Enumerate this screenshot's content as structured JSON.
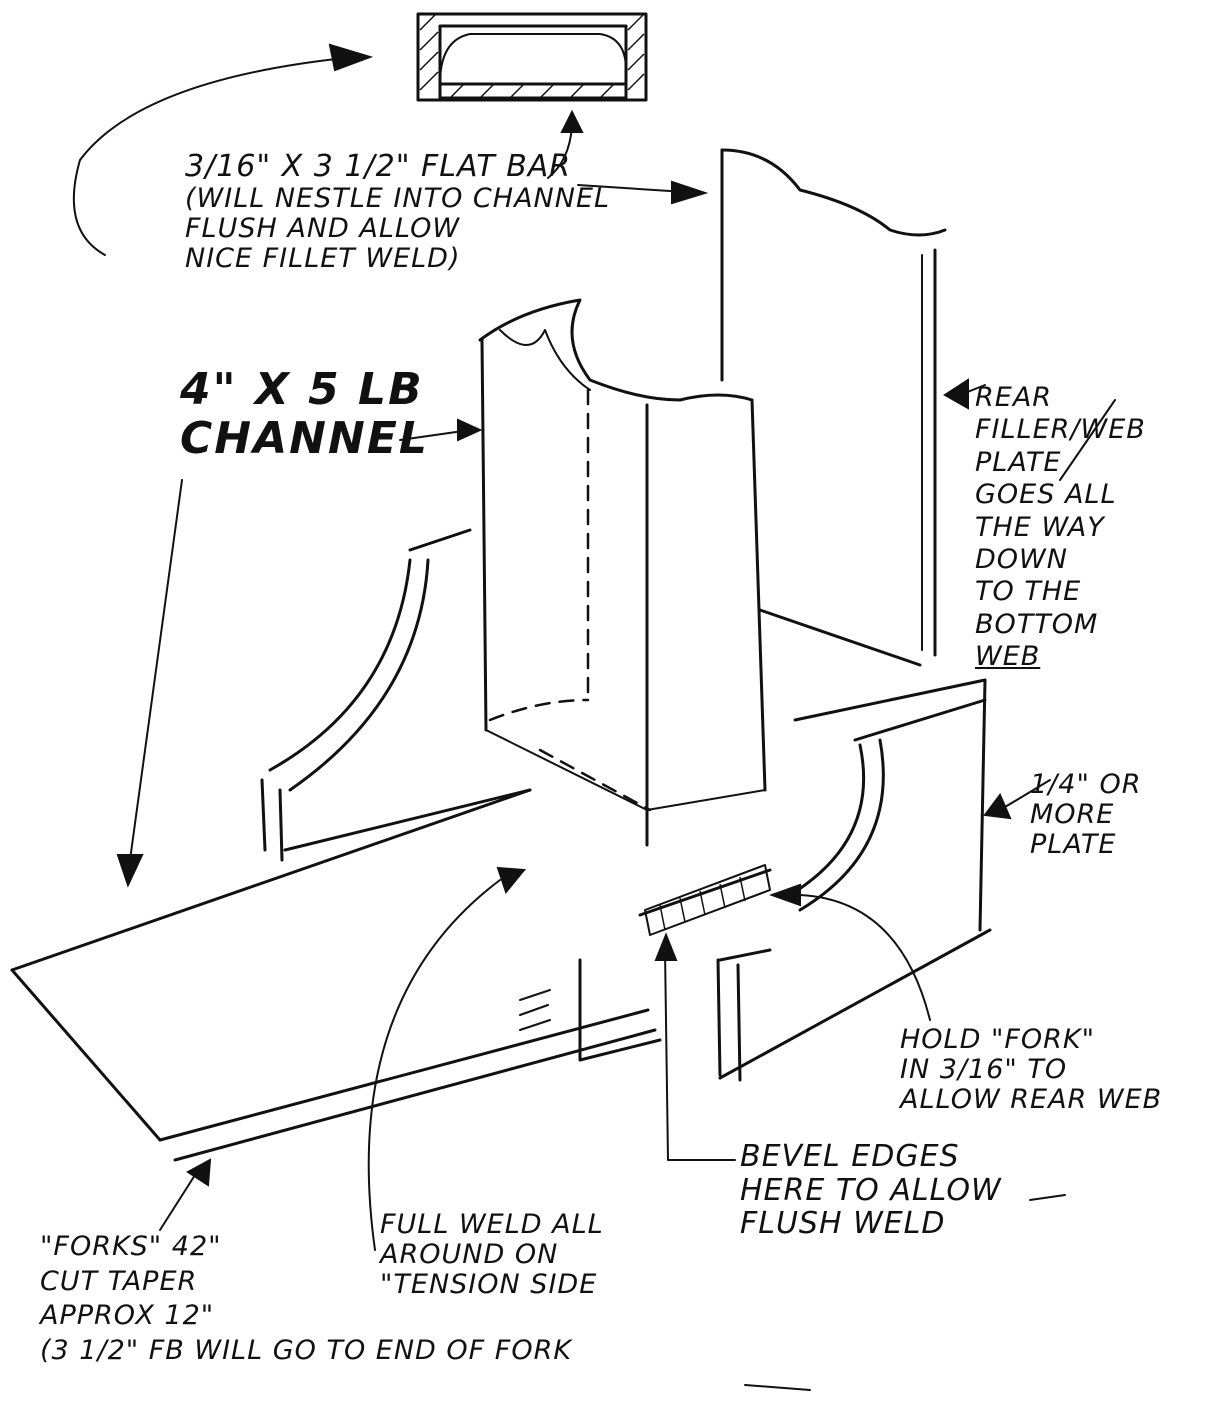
{
  "notes": {
    "flat_bar": {
      "title": "3/16\" x 3 1/2\" FLAT BAR",
      "lines": [
        "(WILL NESTLE INTO CHANNEL",
        "FLUSH AND ALLOW",
        "NICE FILLET WELD)"
      ]
    },
    "channel": {
      "line1": "4\" x 5 LB",
      "line2": "CHANNEL"
    },
    "rear_filler": {
      "lines": [
        "REAR",
        "FILLER/WEB",
        "PLATE",
        "GOES ALL",
        "THE WAY",
        "DOWN",
        "TO THE",
        "BOTTOM"
      ],
      "last": "WEB"
    },
    "plate": {
      "lines": [
        "1/4\" OR",
        "MORE",
        "PLATE"
      ]
    },
    "hold_fork": {
      "lines": [
        "HOLD \"FORK\"",
        "IN 3/16\" TO",
        "ALLOW REAR WEB"
      ]
    },
    "bevel": {
      "lines": [
        "BEVEL EDGES",
        "HERE TO ALLOW",
        "FLUSH WELD"
      ]
    },
    "full_weld": {
      "lines": [
        "FULL WELD ALL",
        "AROUND ON",
        "\"TENSION SIDE"
      ]
    },
    "forks": {
      "lines": [
        "\"FORKS\" 42\"",
        "CUT TAPER",
        "APPROX 12\"",
        "(3 1/2\" FB WILL GO TO END OF FORK"
      ]
    }
  }
}
